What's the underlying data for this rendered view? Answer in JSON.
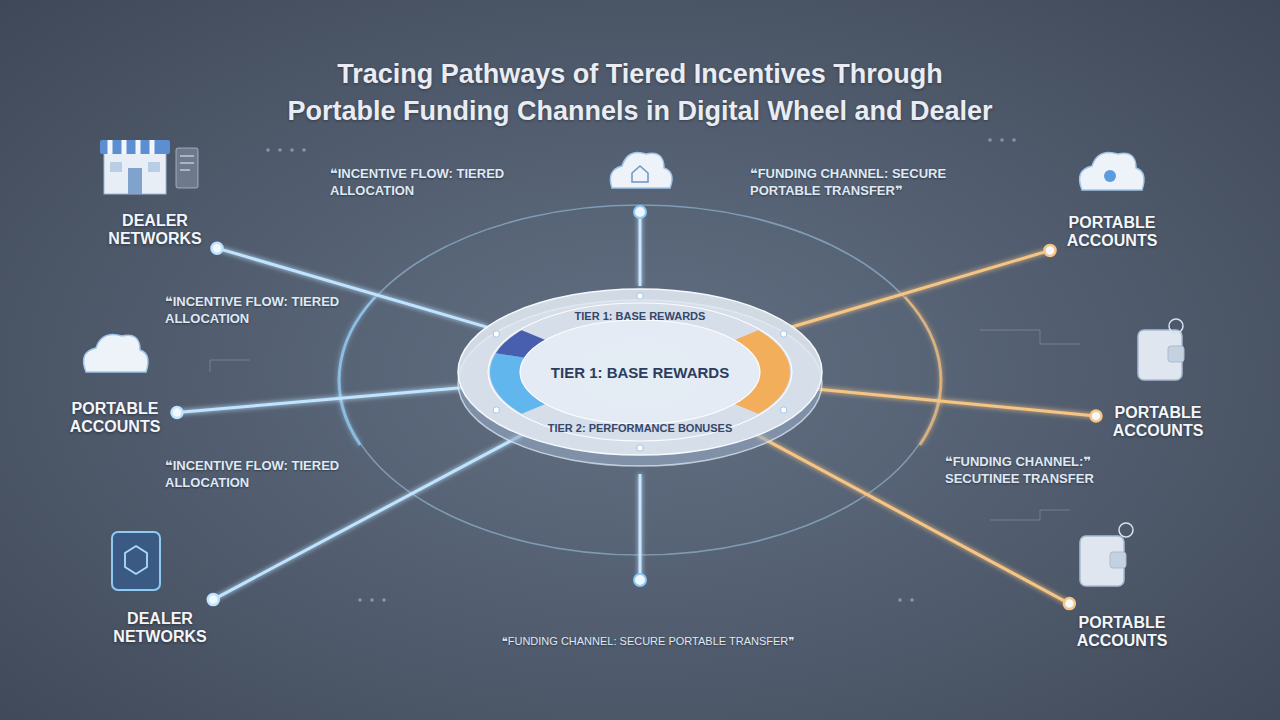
{
  "diagram": {
    "title": "Tracing Pathways of Tiered Incentives Through Portable Funding Channels in Digital Wheel and Dealer",
    "nodes": [
      {
        "text": [
          "DEALER NETWORKS"
        ]
      },
      {
        "text": [
          "PORTABLE ACCOUNTS"
        ]
      },
      {
        "text": [
          "TIER 1: BASE REWARDS",
          "TIER 1: BASE REWARDS",
          "TIER 2: PERFORMANCE BONUSES"
        ]
      },
      {
        "text": [
          "PORTABLE ACCOUNTS"
        ]
      },
      {
        "text": [
          "PORTABLE ACCOUNTS"
        ]
      },
      {
        "text": [
          "DEALER NETWORKS"
        ]
      },
      {
        "text": [
          "PORTABLE ACCOUNTS"
        ]
      }
    ],
    "edges": [
      {
        "from": 2,
        "to": 0,
        "arrow": "none"
      },
      {
        "from": 2,
        "to": 1,
        "arrow": "none"
      },
      {
        "from": 2,
        "to": 3,
        "arrow": "none"
      },
      {
        "from": 2,
        "to": 4,
        "arrow": "none"
      },
      {
        "from": 2,
        "to": 5,
        "arrow": "none"
      },
      {
        "from": 2,
        "to": 6,
        "arrow": "none"
      }
    ],
    "labels": [
      "❝INCENTIVE FLOW: TIERED ALLOCATION",
      "❝FUNDING CHANNEL: SECURE PORTABLE TRANSFER❞",
      "❝INCENTIVE FLOW: TIERED ALLOCATION",
      "❝INCENTIVE FLOW: TIERED ALLOCATION",
      "❝FUNDING CHANNEL:❞ SECUTINEE TRANSFER",
      "❝FUNDING CHANNEL: SECURE PORTABLE TRANSFER❞"
    ]
  }
}
